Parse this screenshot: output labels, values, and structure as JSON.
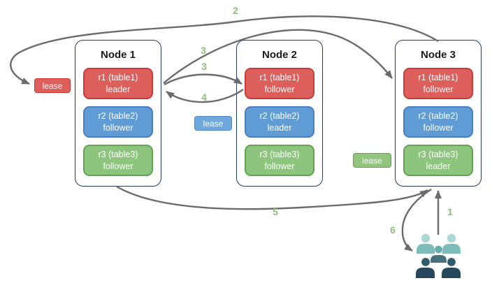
{
  "nodes": [
    {
      "title": "Node 1",
      "replicas": [
        {
          "name": "r1 (table1)",
          "role": "leader",
          "color": "red"
        },
        {
          "name": "r2 (table2)",
          "role": "follower",
          "color": "blue"
        },
        {
          "name": "r3 (table3)",
          "role": "follower",
          "color": "green"
        }
      ]
    },
    {
      "title": "Node 2",
      "replicas": [
        {
          "name": "r1 (table1)",
          "role": "follower",
          "color": "red"
        },
        {
          "name": "r2 (table2)",
          "role": "leader",
          "color": "blue"
        },
        {
          "name": "r3 (table3)",
          "role": "follower",
          "color": "green"
        }
      ]
    },
    {
      "title": "Node 3",
      "replicas": [
        {
          "name": "r1 (table1)",
          "role": "follower",
          "color": "red"
        },
        {
          "name": "r2 (table2)",
          "role": "follower",
          "color": "blue"
        },
        {
          "name": "r3 (table3)",
          "role": "leader",
          "color": "green"
        }
      ]
    }
  ],
  "leases": [
    {
      "label": "lease",
      "color": "red"
    },
    {
      "label": "lease",
      "color": "blue"
    },
    {
      "label": "lease",
      "color": "green"
    }
  ],
  "steps": [
    {
      "n": "1"
    },
    {
      "n": "2"
    },
    {
      "n": "3"
    },
    {
      "n": "3"
    },
    {
      "n": "4"
    },
    {
      "n": "5"
    },
    {
      "n": "6"
    }
  ],
  "icons": {
    "users_group": "users-group-icon"
  },
  "colors": {
    "background": "#ffffff",
    "node_border": "#26395e",
    "red_fill": "#dd5f5c",
    "red_border": "#c93a38",
    "blue_fill": "#5f9bd5",
    "blue_border": "#4a7ebf",
    "green_fill": "#8ec57e",
    "green_border": "#61a351",
    "lease_red_fill": "#dd5f5c",
    "lease_red_border": "#d03231",
    "lease_blue_fill": "#6fa8dc",
    "lease_blue_border": "#5288c2",
    "lease_green_fill": "#93c47d",
    "lease_green_border": "#5fa050",
    "arrow": "#6b6b6b",
    "step_label": "#8fbf75",
    "users_light_head": "#a9d8d4",
    "users_light_body": "#7dbcb9",
    "users_mid_head": "#66aeb0",
    "users_mid_body": "#47707f",
    "users_dark_head": "#2f5b6c",
    "users_dark_body": "#26485c"
  }
}
